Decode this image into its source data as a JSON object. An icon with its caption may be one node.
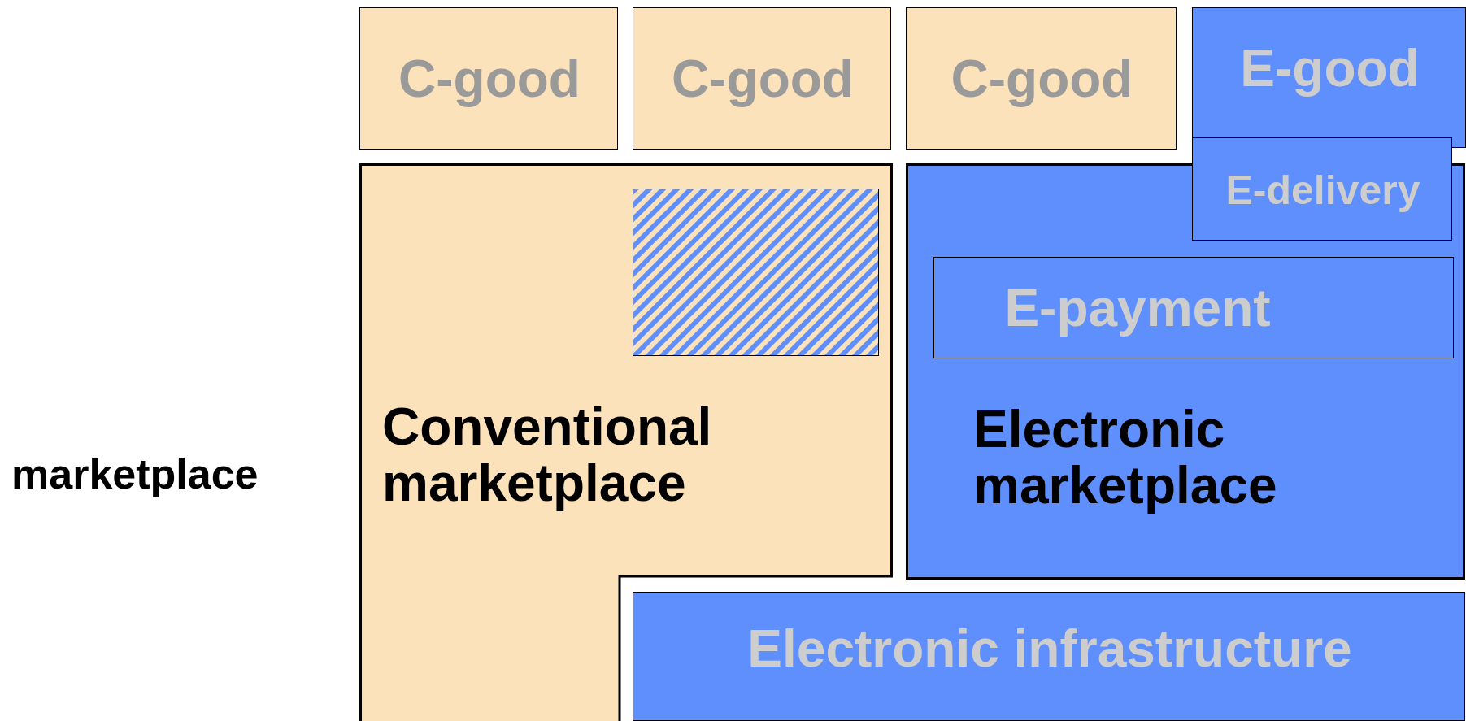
{
  "diagram": {
    "nodes": [
      {
        "text": [
          "C-good"
        ]
      },
      {
        "text": [
          "C-good"
        ]
      },
      {
        "text": [
          "C-good"
        ]
      },
      {
        "text": [
          "E-good"
        ]
      },
      {
        "text": [
          "Conventional marketplace"
        ]
      },
      {
        "text": [],
        "shape": "box",
        "in": 4
      },
      {
        "text": [
          "Electronic marketplace"
        ]
      },
      {
        "text": [
          "E-delivery"
        ]
      },
      {
        "text": [
          "E-payment"
        ],
        "in": 6
      },
      {
        "text": [
          "Electronic infrastructure"
        ]
      }
    ],
    "edges": [],
    "labels": [
      "marketplace"
    ]
  }
}
